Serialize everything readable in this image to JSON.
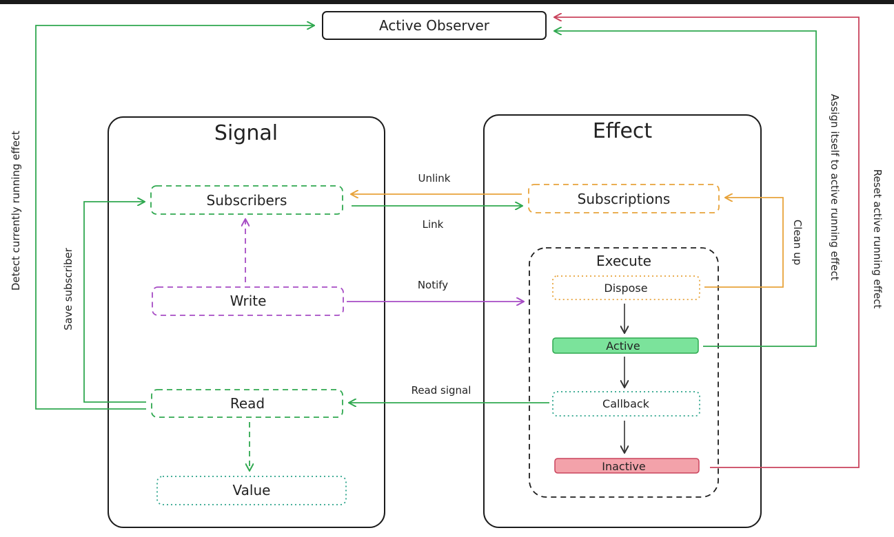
{
  "top": {
    "active_observer": "Active Observer"
  },
  "signal": {
    "title": "Signal",
    "subscribers": "Subscribers",
    "write": "Write",
    "read": "Read",
    "value": "Value"
  },
  "effect": {
    "title": "Effect",
    "subscriptions": "Subscriptions",
    "execute": "Execute",
    "dispose": "Dispose",
    "active": "Active",
    "callback": "Callback",
    "inactive": "Inactive"
  },
  "edges": {
    "unlink": "Unlink",
    "link": "Link",
    "notify": "Notify",
    "read_signal": "Read signal",
    "clean_up": "Clean up",
    "detect": "Detect currently running effect",
    "save_subscriber": "Save subscriber",
    "assign_itself": "Assign itself to active running effect",
    "reset_active": "Reset active running effect"
  },
  "colors": {
    "green": "#2fa84f",
    "orange": "#e8a33a",
    "purple": "#a64bc4",
    "red": "#c9435c",
    "active_fill": "#7be39b",
    "inactive_fill": "#f3a2aa",
    "teal_dots": "#2aa38a"
  }
}
